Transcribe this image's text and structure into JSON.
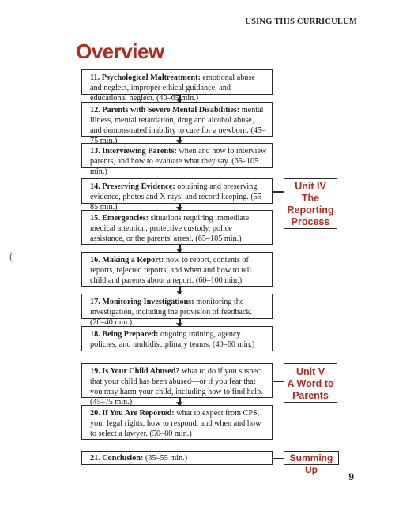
{
  "header": "USING THIS CURRICULUM",
  "title": "Overview",
  "page_number": "9",
  "stray_mark": "(",
  "items": [
    {
      "num": "11.",
      "bold": "Psychological Maltreatment:",
      "text": " emotional abuse and neglect, improper ethical guidance, and educational neglect. (40–65 min.)"
    },
    {
      "num": "12.",
      "bold": "Parents with Severe Mental Disabilities:",
      "text": " mental illness, mental retardation, drug and alcohol abuse, and demonstrated inability to care for a newborn. (45–75 min.)"
    },
    {
      "num": "13.",
      "bold": "Interviewing Parents:",
      "text": " when and how to interview parents, and how to evaluate what they say. (65–105 min.)"
    },
    {
      "num": "14.",
      "bold": "Preserving Evidence:",
      "text": " obtaining and preserving evidence, photos and X rays, and record keeping. (55–85 min.)"
    },
    {
      "num": "15.",
      "bold": "Emergencies:",
      "text": " situations requiring immediate medical attention, protective custody, police assistance, or the parents' arrest. (65–105 min.)"
    },
    {
      "num": "16.",
      "bold": "Making a Report:",
      "text": " how to report, contents of reports, rejected reports, and when and how to tell child and parents about a report. (60–100 min.)"
    },
    {
      "num": "17.",
      "bold": "Monitoring Investigations:",
      "text": " monitoring the investigation, including the provision of feedback. (20–40 min.)"
    },
    {
      "num": "18.",
      "bold": "Being Prepared:",
      "text": " ongoing training, agency policies, and multidisciplinary teams. (40–60 min.)"
    },
    {
      "num": "19.",
      "bold": "Is Your Child Abused?",
      "text": " what to do if you suspect that your child has been abused—or if you fear that you may harm your child, including how to find help. (45–75 min.)"
    },
    {
      "num": "20.",
      "bold": "If You Are Reported:",
      "text": " what to expect from CPS, your legal rights, how to respond, and when and how to select a lawyer. (50–80 min.)"
    },
    {
      "num": "21.",
      "bold": "Conclusion:",
      "text": " (35–55 min.)"
    }
  ],
  "units": [
    {
      "lines": [
        "Unit IV",
        "The",
        "Reporting",
        "Process"
      ]
    },
    {
      "lines": [
        "Unit V",
        "A Word to",
        "Parents"
      ]
    },
    {
      "lines": [
        "Summing Up"
      ]
    }
  ]
}
